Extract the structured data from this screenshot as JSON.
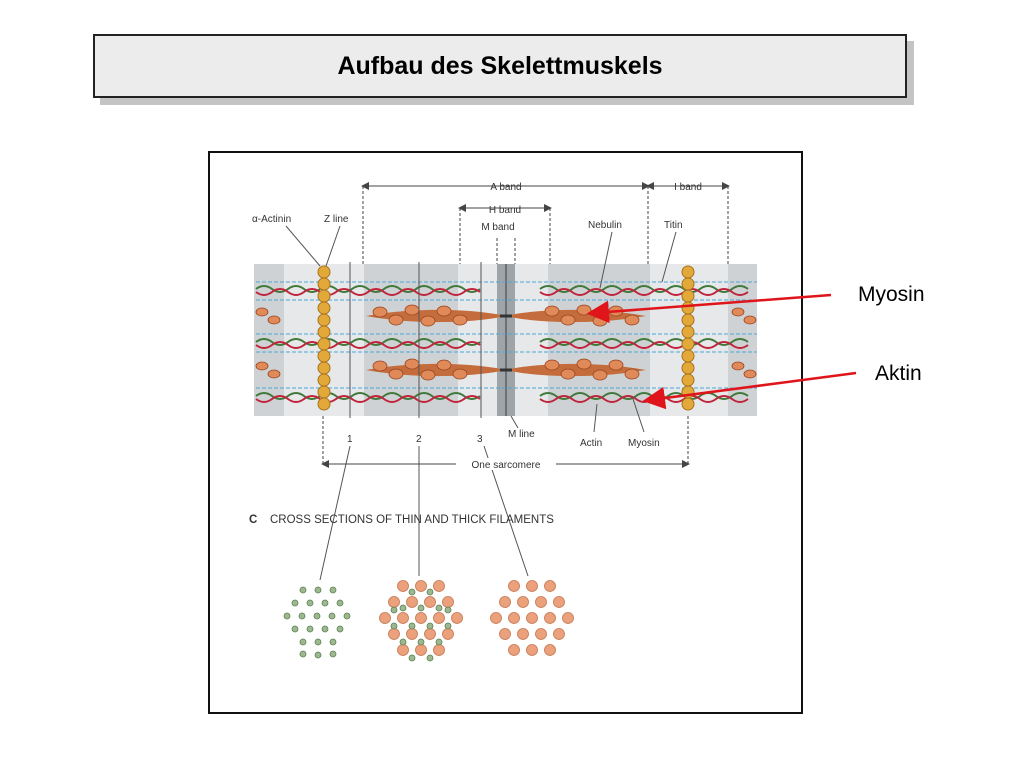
{
  "title": "Aufbau des Skelettmuskels",
  "callouts": {
    "myosin": "Myosin",
    "aktin": "Aktin"
  },
  "colors": {
    "arrow": "#e0141b",
    "thick_filament": "#b9562d",
    "thin_filament_green": "#3f7a3a",
    "thin_filament_red": "#c0243c",
    "z_disc": "#e2a93a",
    "band_gray": "#cfd2d4",
    "band_light": "#e6e8ea",
    "thick_dot": "#eba27c",
    "thin_dot": "#9bb88e"
  },
  "figure": {
    "labels": {
      "a_band": "A band",
      "i_band": "I band",
      "h_band": "H band",
      "m_band": "M band",
      "alpha_actinin": "α-Actinin",
      "z_line": "Z line",
      "nebulin": "Nebulin",
      "titin": "Titin",
      "m_line": "M line",
      "actin": "Actin",
      "myosin": "Myosin",
      "one_sarcomere": "One sarcomere",
      "section_1": "1",
      "section_2": "2",
      "section_3": "3",
      "panel_letter": "C",
      "cross_sections": "CROSS SECTIONS OF THIN AND THICK FILAMENTS"
    }
  }
}
